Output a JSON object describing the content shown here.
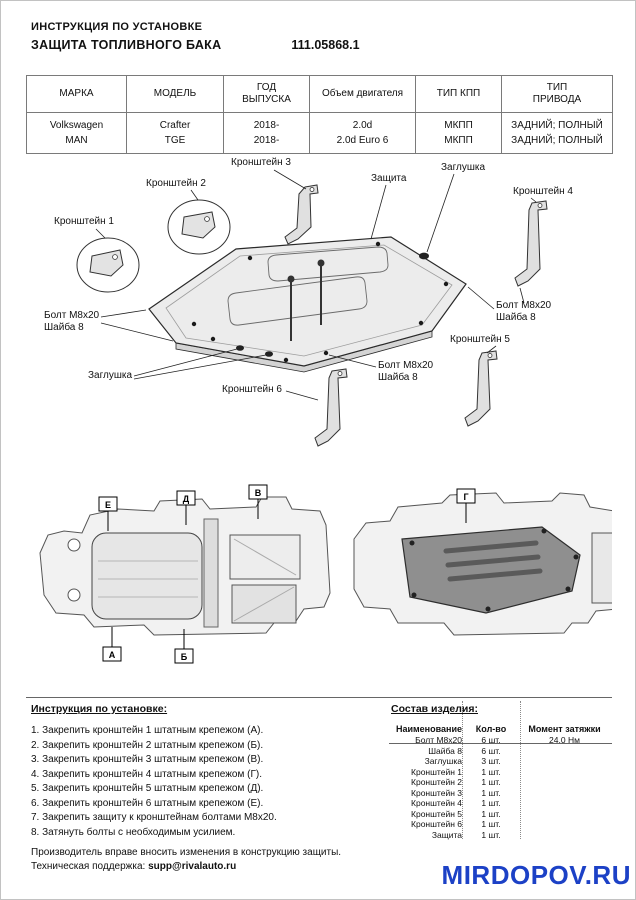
{
  "header": {
    "line1": "ИНСТРУКЦИЯ ПО УСТАНОВКЕ",
    "title": "ЗАЩИТА ТОПЛИВНОГО БАКА",
    "part_number": "111.05868.1"
  },
  "spec_table": {
    "headers": [
      "МАРКА",
      "МОДЕЛЬ",
      "ГОД\nВЫПУСКА",
      "Объем двигателя",
      "ТИП КПП",
      "ТИП\nПРИВОДА"
    ],
    "rows": [
      [
        "Volkswagen",
        "Crafter",
        "2018-",
        "2.0d",
        "МКПП",
        "ЗАДНИЙ; ПОЛНЫЙ"
      ],
      [
        "MAN",
        "TGE",
        "2018-",
        "2.0d Euro 6",
        "МКПП",
        "ЗАДНИЙ; ПОЛНЫЙ"
      ]
    ]
  },
  "diagram": {
    "labels": [
      {
        "text": "Кронштейн 3"
      },
      {
        "text": "Кронштейн 2"
      },
      {
        "text": "Защита"
      },
      {
        "text": "Заглушка"
      },
      {
        "text": "Кронштейн 4"
      },
      {
        "text": "Кронштейн 1"
      },
      {
        "text": "Болт М8х20",
        "text2": "Шайба 8"
      },
      {
        "text": "Болт М8х20",
        "text2": "Шайба 8"
      },
      {
        "text": "Кронштейн 5"
      },
      {
        "text": "Болт М8х20",
        "text2": "Шайба 8"
      },
      {
        "text": "Заглушка"
      },
      {
        "text": "Кронштейн 6"
      }
    ]
  },
  "underbody": {
    "left_flags": [
      "Е",
      "Д",
      "В",
      "А",
      "Б"
    ],
    "right_flags": [
      "Г"
    ]
  },
  "instructions": {
    "title": "Инструкция по установке:",
    "steps": [
      "1. Закрепить кронштейн 1 штатным крепежом (А).",
      "2. Закрепить кронштейн 2 штатным крепежом (Б).",
      "3. Закрепить кронштейн 3 штатным крепежом (В).",
      "4. Закрепить кронштейн 4 штатным крепежом (Г).",
      "5. Закрепить кронштейн 5 штатным крепежом (Д).",
      "6. Закрепить кронштейн 6 штатным крепежом (Е).",
      "7. Закрепить защиту к кронштейнам болтами М8х20.",
      "8. Затянуть болты с необходимым усилием."
    ]
  },
  "parts": {
    "title": "Состав изделия:",
    "col_name": "Наименование",
    "col_qty": "Кол-во",
    "col_torque": "Момент затяжки",
    "rows": [
      {
        "name": "Болт М8х20",
        "qty": "6 шт.",
        "torque": "24.0 Нм"
      },
      {
        "name": "Шайба 8",
        "qty": "6 шт.",
        "torque": ""
      },
      {
        "name": "Заглушка",
        "qty": "3 шт.",
        "torque": ""
      },
      {
        "name": "Кронштейн 1",
        "qty": "1 шт.",
        "torque": ""
      },
      {
        "name": "Кронштейн 2",
        "qty": "1 шт.",
        "torque": ""
      },
      {
        "name": "Кронштейн 3",
        "qty": "1 шт.",
        "torque": ""
      },
      {
        "name": "Кронштейн 4",
        "qty": "1 шт.",
        "torque": ""
      },
      {
        "name": "Кронштейн 5",
        "qty": "1 шт.",
        "torque": ""
      },
      {
        "name": "Кронштейн 6",
        "qty": "1 шт.",
        "torque": ""
      },
      {
        "name": "Защита",
        "qty": "1 шт.",
        "torque": ""
      }
    ]
  },
  "footer": {
    "line1": "Производитель вправе вносить изменения в конструкцию защиты.",
    "support_label": "Техническая поддержка:",
    "support_email": "supp@rivalauto.ru",
    "watermark": "MIRDOPOV.RU"
  },
  "colors": {
    "watermark_blue": "#1c41c6"
  }
}
